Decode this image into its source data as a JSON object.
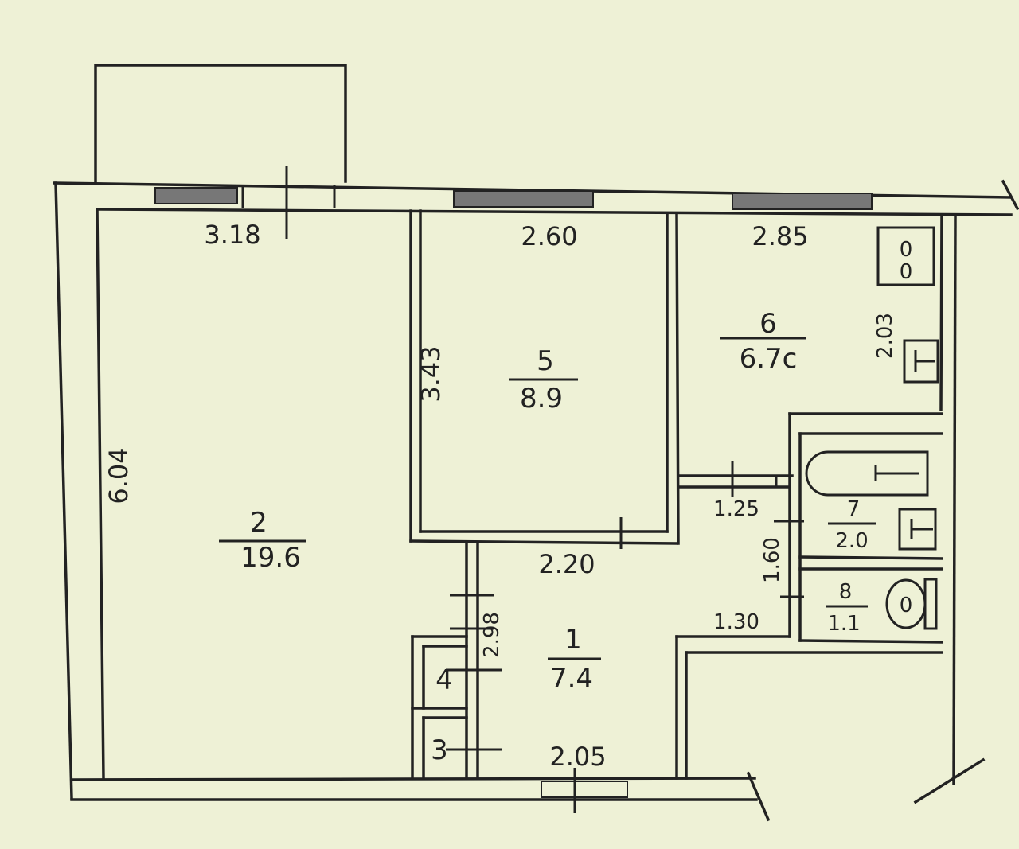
{
  "rooms": {
    "r1": {
      "number": "1",
      "area": "7.4"
    },
    "r2": {
      "number": "2",
      "area": "19.6"
    },
    "r3": {
      "number": "3"
    },
    "r4": {
      "number": "4"
    },
    "r5": {
      "number": "5",
      "area": "8.9"
    },
    "r6": {
      "number": "6",
      "area": "6.7c"
    },
    "r7": {
      "number": "7",
      "area": "2.0"
    },
    "r8": {
      "number": "8",
      "area": "1.1"
    }
  },
  "dims": {
    "d318": "3.18",
    "d260": "2.60",
    "d285": "2.85",
    "d203": "2.03",
    "d343": "3.43",
    "d604": "6.04",
    "d125": "1.25",
    "d160": "1.60",
    "d220": "2.20",
    "d130": "1.30",
    "d298": "2.98",
    "d205": "2.05"
  },
  "fixtures": {
    "stove_burner_1": "0",
    "stove_burner_2": "0",
    "toilet": "0"
  }
}
